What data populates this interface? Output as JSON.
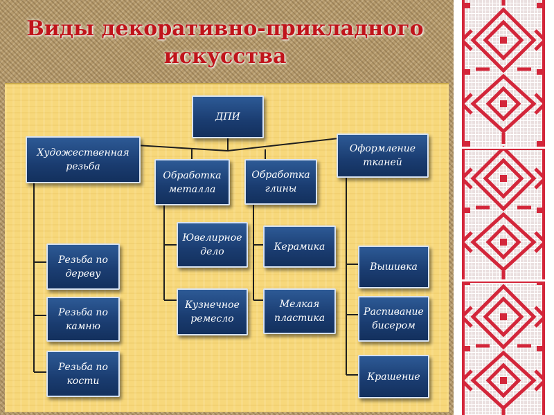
{
  "title": "Виды декоративно-прикладного искусства",
  "colors": {
    "title": "#c0141b",
    "box": "#1f4680",
    "panel": "#f7d87b",
    "ornament": "#d8283a"
  },
  "diagram": {
    "root": "ДПИ",
    "categories": [
      {
        "label": "Художественная\nрезьба",
        "items": [
          "Резьба по\nдереву",
          "Резьба по\nкамню",
          "Резьба по\nкости"
        ]
      },
      {
        "label": "Обработка\nметалла",
        "items": [
          "Ювелирное\nдело",
          "Кузнечное\nремесло"
        ]
      },
      {
        "label": "Обработка\nглины",
        "items": [
          "Керамика",
          "Мелкая\nпластика"
        ]
      },
      {
        "label": "Оформление\nтканей",
        "items": [
          "Вышивка",
          "Распивание\nбисером",
          "Крашение"
        ]
      }
    ]
  }
}
